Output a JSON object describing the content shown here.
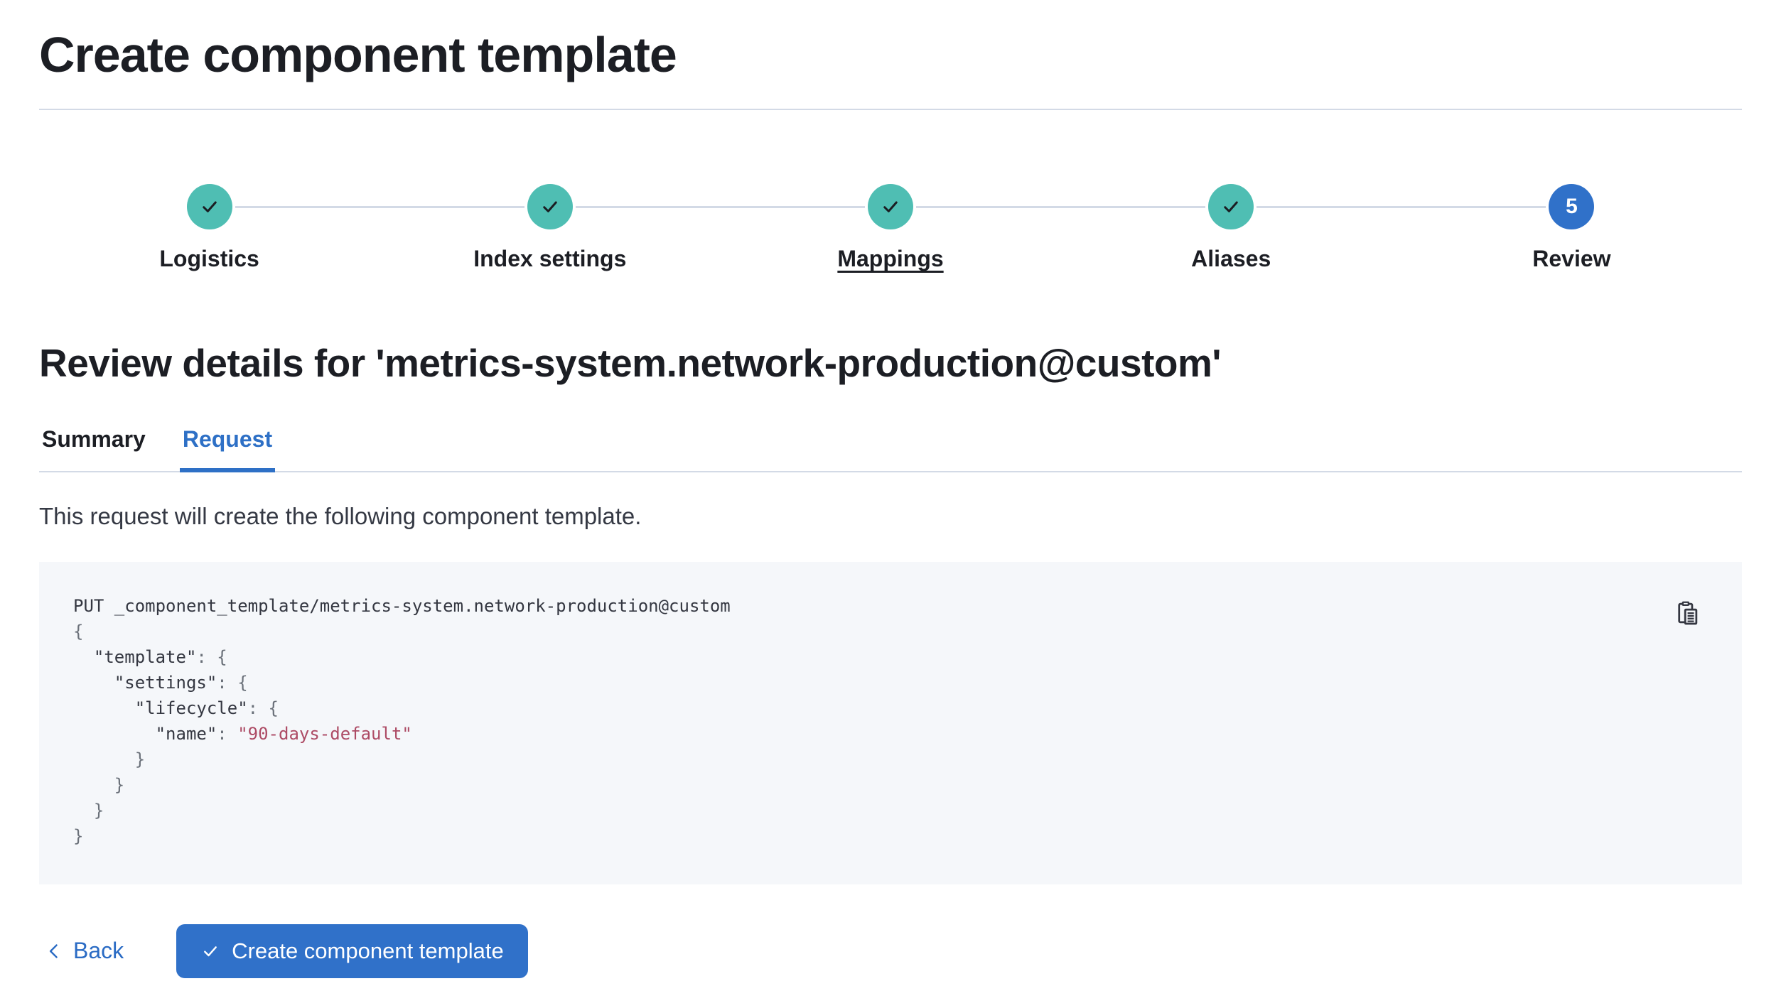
{
  "page": {
    "title": "Create component template"
  },
  "stepper": {
    "steps": [
      {
        "label": "Logistics",
        "status": "complete",
        "icon": "check-icon"
      },
      {
        "label": "Index settings",
        "status": "complete",
        "icon": "check-icon"
      },
      {
        "label": "Mappings",
        "status": "complete",
        "icon": "check-icon",
        "hovered": true
      },
      {
        "label": "Aliases",
        "status": "complete",
        "icon": "check-icon"
      },
      {
        "label": "Review",
        "status": "current",
        "number": "5"
      }
    ]
  },
  "review": {
    "heading": "Review details for 'metrics-system.network-production@custom'",
    "tabs": [
      {
        "label": "Summary",
        "selected": false
      },
      {
        "label": "Request",
        "selected": true
      }
    ],
    "description": "This request will create the following component template."
  },
  "code_block": {
    "copy_icon": "copy-clipboard-icon",
    "lines": [
      {
        "segments": [
          {
            "c": "plain",
            "t": "PUT _component_template/metrics-system.network-production@custom"
          }
        ]
      },
      {
        "segments": [
          {
            "c": "punct",
            "t": "{"
          }
        ]
      },
      {
        "segments": [
          {
            "c": "plain",
            "t": "  "
          },
          {
            "c": "key",
            "t": "\"template\""
          },
          {
            "c": "punct",
            "t": ": {"
          }
        ]
      },
      {
        "segments": [
          {
            "c": "plain",
            "t": "    "
          },
          {
            "c": "key",
            "t": "\"settings\""
          },
          {
            "c": "punct",
            "t": ": {"
          }
        ]
      },
      {
        "segments": [
          {
            "c": "plain",
            "t": "      "
          },
          {
            "c": "key",
            "t": "\"lifecycle\""
          },
          {
            "c": "punct",
            "t": ": {"
          }
        ]
      },
      {
        "segments": [
          {
            "c": "plain",
            "t": "        "
          },
          {
            "c": "key",
            "t": "\"name\""
          },
          {
            "c": "punct",
            "t": ": "
          },
          {
            "c": "string",
            "t": "\"90-days-default\""
          }
        ]
      },
      {
        "segments": [
          {
            "c": "punct",
            "t": "      }"
          }
        ]
      },
      {
        "segments": [
          {
            "c": "punct",
            "t": "    }"
          }
        ]
      },
      {
        "segments": [
          {
            "c": "punct",
            "t": "  }"
          }
        ]
      },
      {
        "segments": [
          {
            "c": "punct",
            "t": "}"
          }
        ]
      }
    ]
  },
  "footer": {
    "back_label": "Back",
    "back_icon": "chevron-left-icon",
    "submit_label": "Create component template",
    "submit_icon": "check-icon"
  },
  "colors": {
    "accent_blue": "#3071c9",
    "link_blue": "#2a6bc4",
    "step_complete_teal": "#4fbeb3",
    "divider_gray": "#d3dae6",
    "code_background": "#f5f7fa",
    "code_string_rose": "#ad4b65",
    "text_dark": "#1c1e24",
    "text_body": "#353944"
  }
}
